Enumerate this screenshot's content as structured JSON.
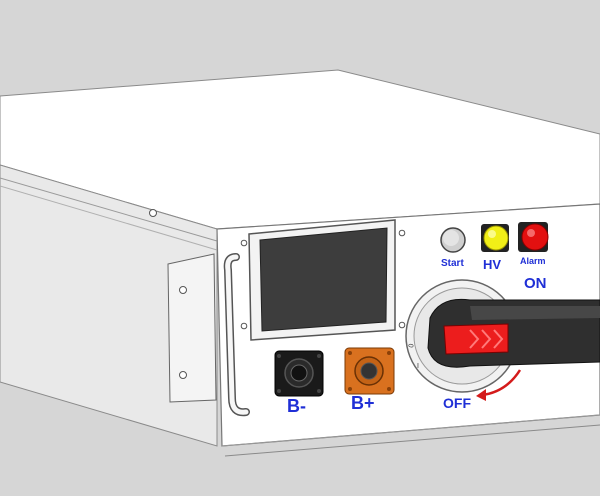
{
  "panel": {
    "start_label": "Start",
    "hv_label": "HV",
    "alarm_label": "Alarm",
    "on_label": "ON",
    "off_label": "OFF",
    "b_minus_label": "B-",
    "b_plus_label": "B+"
  },
  "colors": {
    "background": "#d6d6d6",
    "chassis_top": "#ffffff",
    "front_panel": "#ffffff",
    "screen": "#3d3d3d",
    "start_button": "#cfcfcf",
    "hv_lamp": "#f1ef17",
    "alarm_lamp": "#e31010",
    "b_plus_connector": "#d9711f",
    "b_minus_connector": "#1a1a1a",
    "switch_handle": "#2f2f2f",
    "switch_accent": "#ec1d1d",
    "label_blue": "#1f2fd6"
  }
}
